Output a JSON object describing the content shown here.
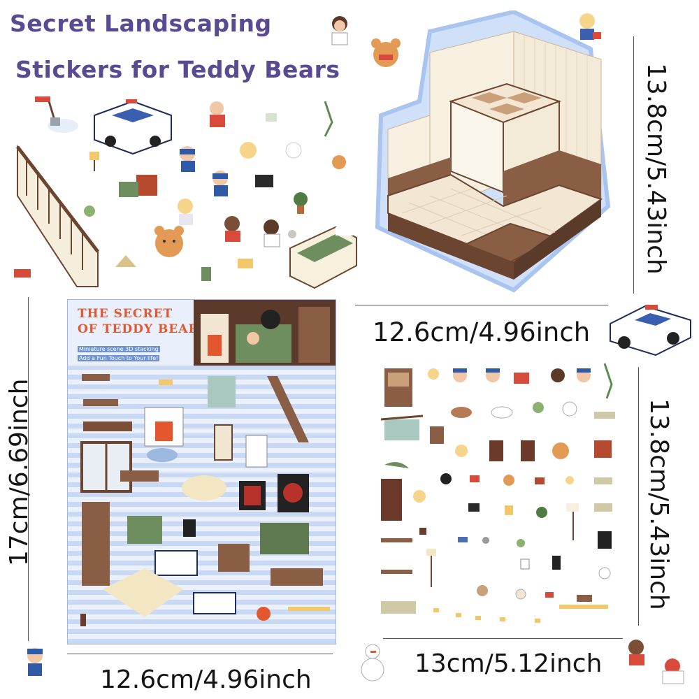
{
  "title": {
    "line1": "Secret Landscaping",
    "line2": "Stickers for Teddy Bears"
  },
  "dimensions": {
    "top_room_width": "12.6cm/4.96inch",
    "top_room_height": "13.8cm/5.43inch",
    "left_sheet_height": "17cm/6.69inch",
    "left_sheet_width": "12.6cm/4.96inch",
    "right_sheet_height": "13.8cm/5.43inch",
    "right_sheet_width": "13cm/5.12inch"
  },
  "sheet_header": {
    "brand_line1": "THE SECRET",
    "brand_line2": "OF TEDDY BEARS",
    "subtitle": "Miniature scene   3D stacking",
    "tagline": "Add a Fun Touch to Your life!"
  },
  "colors": {
    "title": "#5a4a92",
    "sheet_blue": "#c9d9f3",
    "room_outline": "#a9c4ef",
    "wood": "#7a4f35",
    "floor": "#f3e6d3"
  }
}
